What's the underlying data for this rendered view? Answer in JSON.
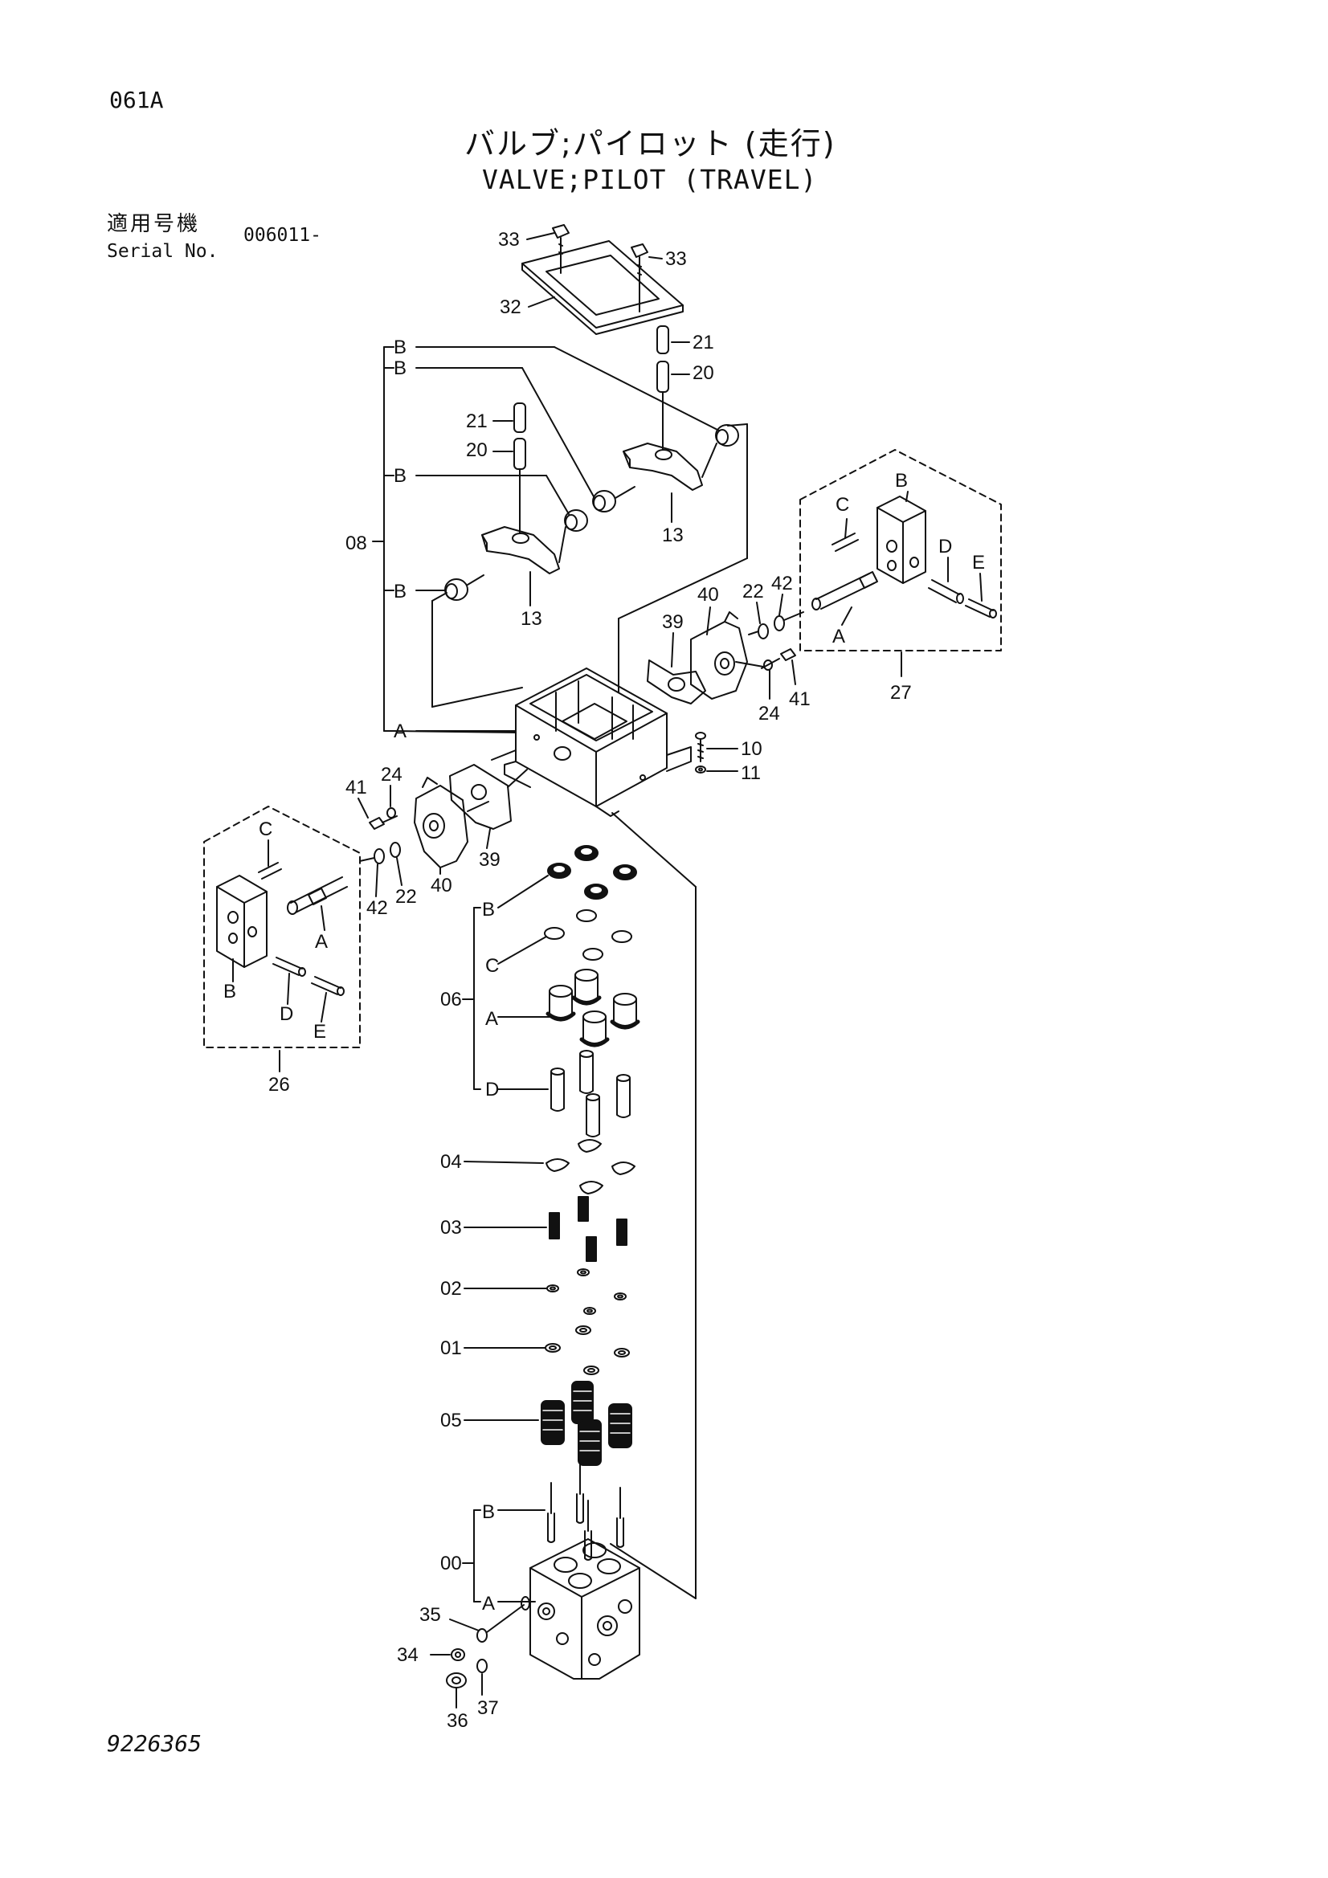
{
  "header": {
    "page_code": "061A",
    "title_jp": "バルブ;パイロット (走行)",
    "title_en": "VALVE;PILOT (TRAVEL)",
    "serial_label_jp": "適用号機",
    "serial_label_en": "Serial No.",
    "serial_value": "006011-"
  },
  "footer": {
    "doc_code": "9226365"
  },
  "callouts": {
    "c33a": "33",
    "c33b": "33",
    "c32": "32",
    "c21a": "21",
    "c20a": "20",
    "c21b": "21",
    "c20b": "20",
    "c13a": "13",
    "c13b": "13",
    "c08": "08",
    "c40r": "40",
    "c22r": "22",
    "c42r": "42",
    "c39r": "39",
    "c24r": "24",
    "c41r": "41",
    "c27": "27",
    "c10": "10",
    "c11": "11",
    "c41l": "41",
    "c24l": "24",
    "c39l": "39",
    "c40l": "40",
    "c42l": "42",
    "c22l": "22",
    "c26": "26",
    "c06": "06",
    "c04": "04",
    "c03": "03",
    "c02": "02",
    "c01": "01",
    "c05": "05",
    "c00": "00",
    "c35": "35",
    "c34": "34",
    "c36": "36",
    "c37": "37"
  },
  "letters": {
    "b1": "B",
    "b2": "B",
    "b3": "B",
    "b4": "B",
    "a1": "A",
    "rC": "C",
    "rB": "B",
    "rD": "D",
    "rE": "E",
    "rA": "A",
    "lC": "C",
    "lA": "A",
    "lB": "B",
    "lD": "D",
    "lE": "E",
    "s06B": "B",
    "s06C": "C",
    "s06A": "A",
    "s06D": "D",
    "s00B": "B",
    "s00A": "A"
  }
}
